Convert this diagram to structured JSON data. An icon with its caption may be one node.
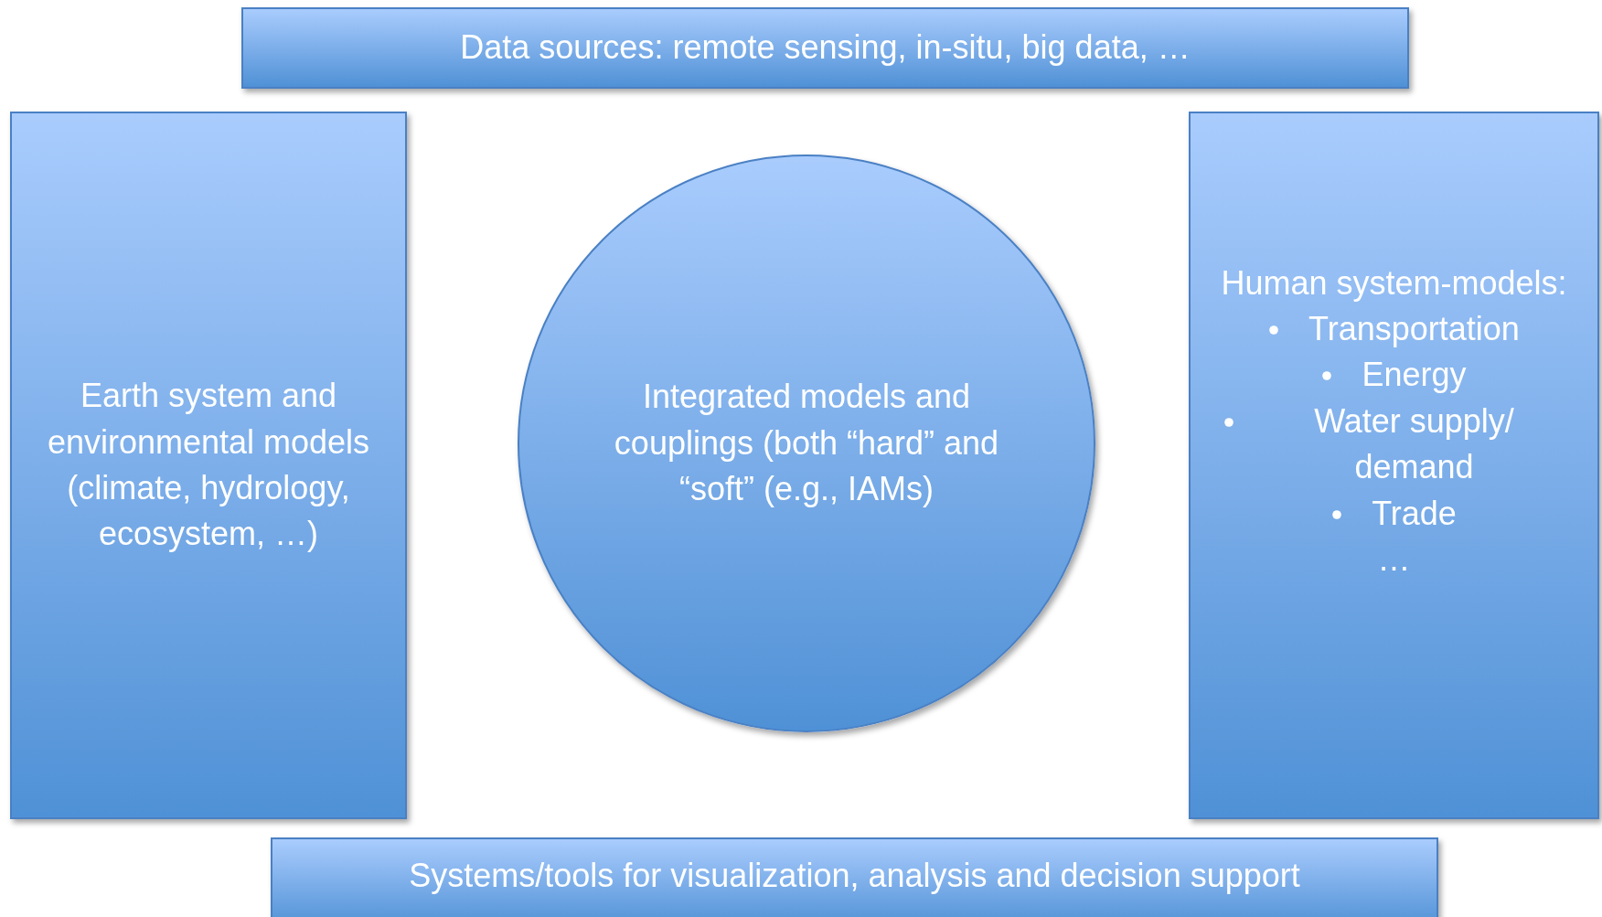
{
  "diagram": {
    "nodes": [
      {
        "text": [
          "Data sources: remote sensing, in-situ, big data, …"
        ]
      },
      {
        "text": [
          "Earth system and environmental models (climate, hydrology, ecosystem, …)"
        ]
      },
      {
        "text": [
          "Integrated models and couplings (both “hard” and “soft” (e.g., IAMs)"
        ]
      },
      {
        "text": [
          "Human system-models:",
          "Transportation",
          "Energy",
          "Water supply/ demand",
          "Trade",
          "…"
        ]
      },
      {
        "text": [
          "Systems/tools for visualization, analysis and decision support"
        ]
      }
    ]
  }
}
